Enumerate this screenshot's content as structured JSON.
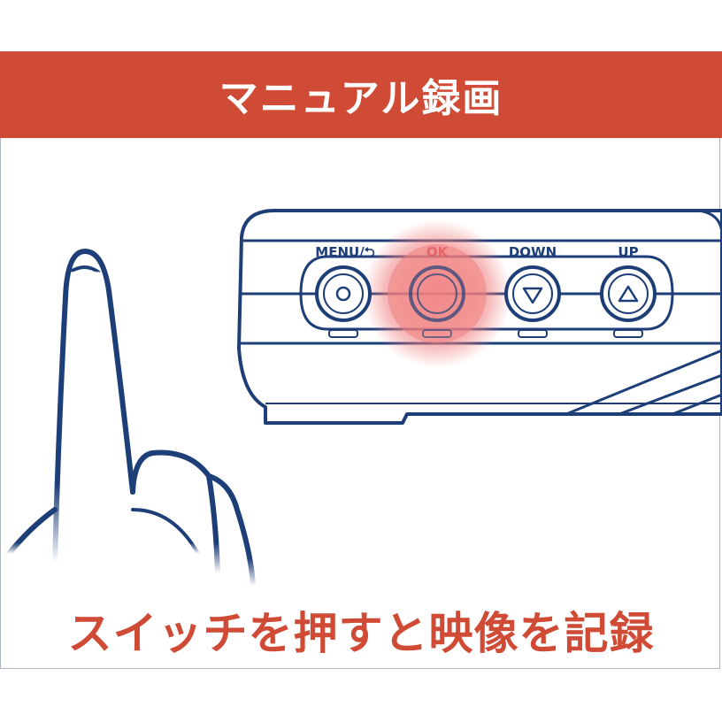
{
  "header": {
    "title": "マニュアル録画"
  },
  "device": {
    "buttons": [
      {
        "label": "MENU/⮌",
        "symbol": "circle-icon"
      },
      {
        "label": "OK",
        "symbol": "ok-button-icon",
        "highlighted": true
      },
      {
        "label": "DOWN",
        "symbol": "triangle-down-icon"
      },
      {
        "label": "UP",
        "symbol": "triangle-up-icon"
      }
    ]
  },
  "caption": {
    "text": "スイッチを押すと映像を記録"
  },
  "colors": {
    "banner": "#d04b36",
    "caption": "#d04b36",
    "outline": "#1e3e78",
    "highlight": "#f07f7f",
    "frame": "#aeb6c6"
  }
}
